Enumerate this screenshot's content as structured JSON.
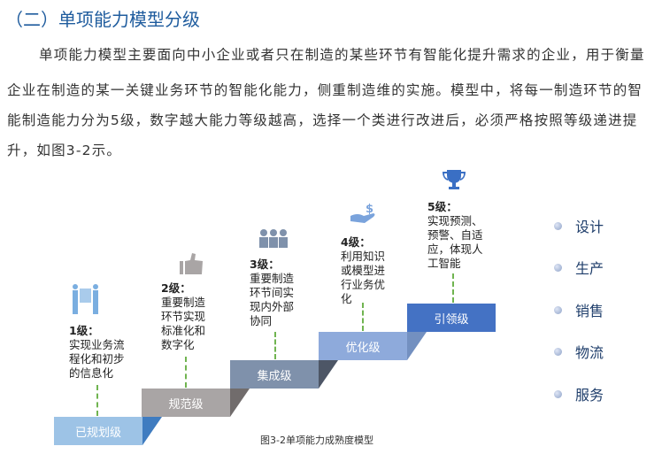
{
  "heading": "（二）单项能力模型分级",
  "paragraph": [
    "单项能力模型主要面向中小企业或者只在制造的某些环节有智能化提升需求的企业，用于衡量",
    "企业在制造的某一关键业务环节的智能化能力，侧重制造维的实施。模型中，将每一制造环节的智",
    "能制造能力分为5级，数字越大能力等级越高，选择一个类进行改进后，必须严格按照等级递进提",
    "升，如图3-2示。"
  ],
  "figure": {
    "steps": [
      {
        "name": "已规划级",
        "level": "1级：",
        "desc": "实现业务流程化和初步的信息化",
        "icon": "people-carrying-box-icon"
      },
      {
        "name": "规范级",
        "level": "2级：",
        "desc": "重要制造环节实现标准化和数字化",
        "icon": "thumbs-up-icon"
      },
      {
        "name": "集成级",
        "level": "3级：",
        "desc": "重要制造环节间实现内外部协同",
        "icon": "team-icon"
      },
      {
        "name": "优化级",
        "level": "4级：",
        "desc": "利用知识或模型进行业务优化",
        "icon": "hand-dollar-icon"
      },
      {
        "name": "引领级",
        "level": "5级：",
        "desc": "实现预测、预警、自适应，体现人工智能",
        "icon": "trophy-icon"
      }
    ],
    "legend": [
      "设计",
      "生产",
      "销售",
      "物流",
      "服务"
    ],
    "caption": "图3-2单项能力成熟度模型"
  }
}
